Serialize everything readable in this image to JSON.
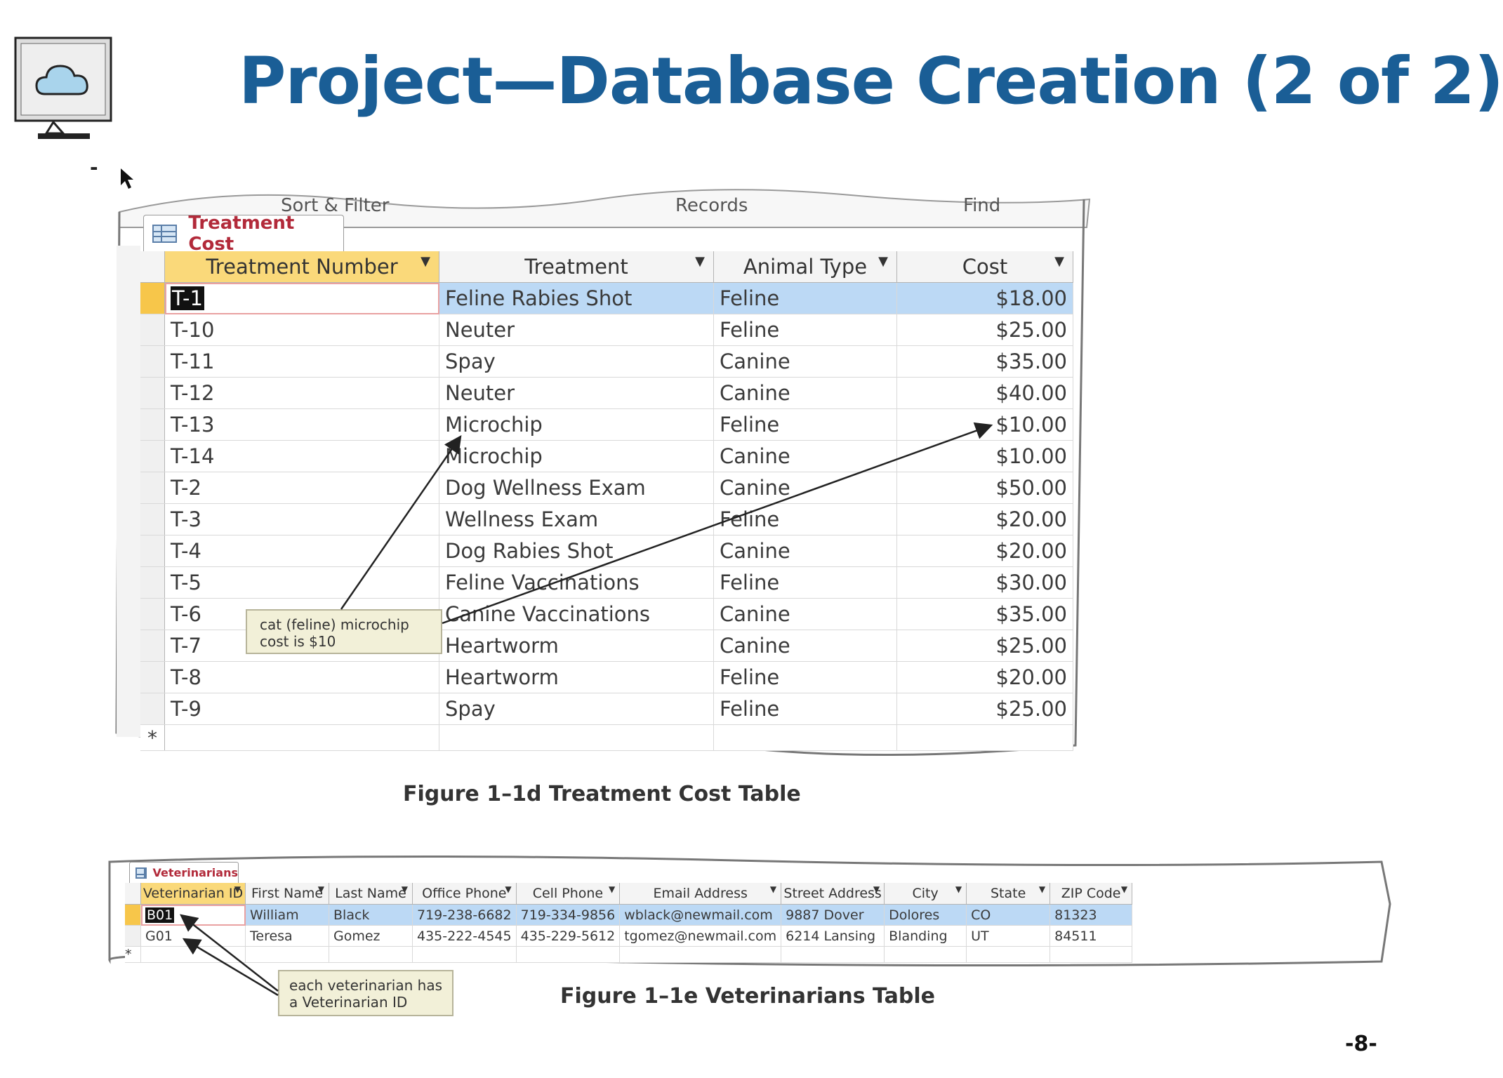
{
  "slide": {
    "title": "Project—Database Creation (2 of 2)",
    "page_number": "-8-",
    "dash": "-"
  },
  "figure1": {
    "ribbon": [
      "Sort & Filter",
      "Records",
      "Find"
    ],
    "tab_label": "Treatment Cost",
    "columns": [
      "Treatment Number",
      "Treatment",
      "Animal Type",
      "Cost"
    ],
    "rows": [
      [
        "T-1",
        "Feline Rabies Shot",
        "Feline",
        "$18.00"
      ],
      [
        "T-10",
        "Neuter",
        "Feline",
        "$25.00"
      ],
      [
        "T-11",
        "Spay",
        "Canine",
        "$35.00"
      ],
      [
        "T-12",
        "Neuter",
        "Canine",
        "$40.00"
      ],
      [
        "T-13",
        "Microchip",
        "Feline",
        "$10.00"
      ],
      [
        "T-14",
        "Microchip",
        "Canine",
        "$10.00"
      ],
      [
        "T-2",
        "Dog Wellness Exam",
        "Canine",
        "$50.00"
      ],
      [
        "T-3",
        "Wellness Exam",
        "Feline",
        "$20.00"
      ],
      [
        "T-4",
        "Dog Rabies Shot",
        "Canine",
        "$20.00"
      ],
      [
        "T-5",
        "Feline Vaccinations",
        "Feline",
        "$30.00"
      ],
      [
        "T-6",
        "Canine Vaccinations",
        "Canine",
        "$35.00"
      ],
      [
        "T-7",
        "Heartworm",
        "Canine",
        "$25.00"
      ],
      [
        "T-8",
        "Heartworm",
        "Feline",
        "$20.00"
      ],
      [
        "T-9",
        "Spay",
        "Feline",
        "$25.00"
      ]
    ],
    "new_row_marker": "*",
    "callout": "cat (feline) microchip cost is $10",
    "caption": "Figure 1–1d Treatment Cost Table"
  },
  "figure2": {
    "tab_label": "Veterinarians",
    "columns": [
      "Veterinarian ID",
      "First Name",
      "Last Name",
      "Office Phone",
      "Cell Phone",
      "Email Address",
      "Street Address",
      "City",
      "State",
      "ZIP Code"
    ],
    "rows": [
      [
        "B01",
        "William",
        "Black",
        "719-238-6682",
        "719-334-9856",
        "wblack@newmail.com",
        "9887 Dover",
        "Dolores",
        "CO",
        "81323"
      ],
      [
        "G01",
        "Teresa",
        "Gomez",
        "435-222-4545",
        "435-229-5612",
        "tgomez@newmail.com",
        "6214 Lansing",
        "Blanding",
        "UT",
        "84511"
      ]
    ],
    "new_row_marker": "*",
    "callout": "each veterinarian has a Veterinarian ID",
    "caption": "Figure 1–1e Veterinarians Table"
  },
  "colors": {
    "title": "#1a5e96",
    "selected_row": "#bcd9f5",
    "selected_header": "#fad97a",
    "tab_text": "#b22a3a",
    "callout_bg": "#f2f0d8"
  },
  "icons": [
    "cloud-monitor-icon",
    "mouse-cursor-icon",
    "table-grid-icon",
    "dropdown-arrow-icon"
  ]
}
